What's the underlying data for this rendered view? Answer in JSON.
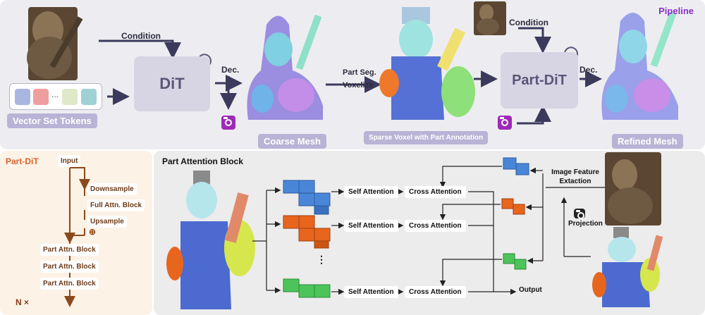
{
  "pipeline": {
    "title": "Pipeline",
    "condition_label": "Condition",
    "condition_label_2": "Condition",
    "dit_label": "DiT",
    "part_dit_label": "Part-DiT",
    "dec_label": "Dec.",
    "dec_label_2": "Dec.",
    "part_seg_label": "Part Seg.",
    "voxelize_label": "Voxelize",
    "vector_set_tokens": "Vector Set Tokens",
    "token_ellipsis": "...",
    "coarse_mesh": "Coarse Mesh",
    "sparse_voxel": "Sparse Voxel with Part Annotation",
    "refined_mesh": "Refined Mesh",
    "colors": {
      "accent": "#8a2fc6",
      "label_bg": "#b9b3d6",
      "block_bg": "#d7d4e4",
      "arrow": "#3b3a5c"
    }
  },
  "part_dit": {
    "title": "Part-DiT",
    "input": "Input",
    "downsample": "Downsample",
    "full_attn": "Full Attn. Block",
    "upsample": "Upsample",
    "part_attn_1": "Part Attn. Block",
    "part_attn_2": "Part Attn. Block",
    "part_attn_3": "Part Attn. Block",
    "plus": "⊕",
    "repeat": "N ×",
    "colors": {
      "bg": "#fdf2e6",
      "title": "#d9622b",
      "line": "#8b4a1c"
    }
  },
  "attention": {
    "title": "Part Attention Block",
    "self_attention_1": "Self Attention",
    "cross_attention_1": "Cross Attention",
    "self_attention_2": "Self Attention",
    "cross_attention_2": "Cross Attention",
    "self_attention_3": "Self Attention",
    "cross_attention_3": "Cross Attention",
    "ellipsis": "⋮",
    "output": "Output",
    "image_feature_extraction": "Image Feature Extaction",
    "projection": "Projection",
    "colors": {
      "blue": "#4a86d8",
      "orange": "#e8651e",
      "green": "#4cc45a"
    }
  }
}
